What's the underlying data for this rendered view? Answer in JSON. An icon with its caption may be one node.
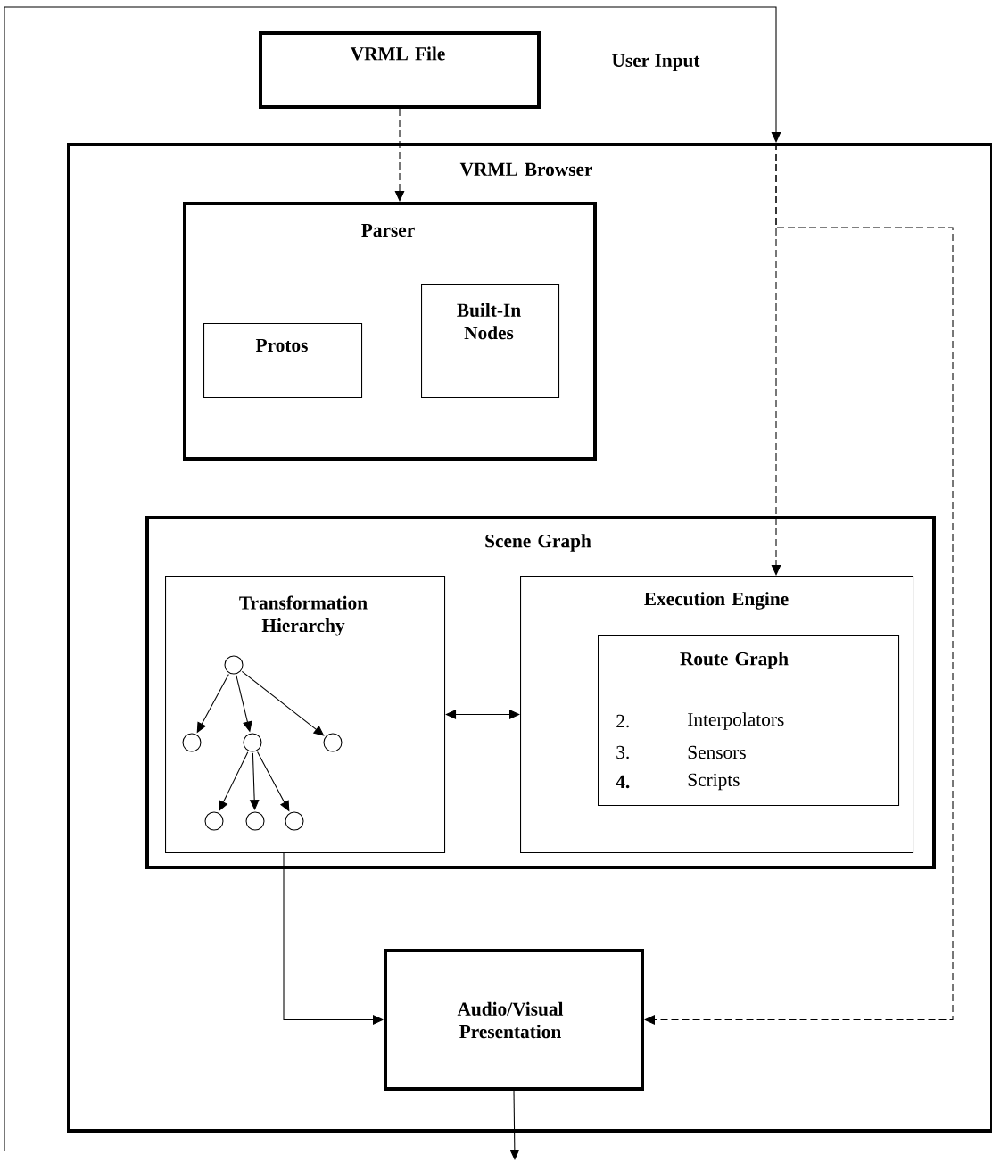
{
  "diagram": {
    "nodes": [
      {
        "text": [
          "VRML File"
        ]
      },
      {
        "text": [
          "VRML Browser"
        ]
      },
      {
        "text": [
          "Parser"
        ],
        "in": 1
      },
      {
        "text": [
          "Protos"
        ],
        "in": 2
      },
      {
        "text": [
          "Built-In Nodes"
        ],
        "in": 2
      },
      {
        "text": [
          "Scene Graph"
        ],
        "in": 1
      },
      {
        "text": [
          "Transformation Hierarchy"
        ],
        "in": 5
      },
      {
        "text": [],
        "shape": "circle",
        "in": 6
      },
      {
        "text": [],
        "shape": "circle",
        "in": 6
      },
      {
        "text": [],
        "shape": "circle",
        "in": 6
      },
      {
        "text": [],
        "shape": "circle",
        "in": 6
      },
      {
        "text": [],
        "shape": "circle",
        "in": 6
      },
      {
        "text": [],
        "shape": "circle",
        "in": 6
      },
      {
        "text": [],
        "shape": "circle",
        "in": 6
      },
      {
        "text": [
          "Execution Engine"
        ],
        "in": 5
      },
      {
        "text": [
          "Route Graph",
          "2.",
          "Interpolators",
          "3.",
          "Sensors",
          "**4.**",
          "Scripts"
        ],
        "in": 14
      },
      {
        "text": [
          "Audio/Visual Presentation"
        ],
        "in": 1
      }
    ],
    "edges": [
      {
        "from": null,
        "to": 1,
        "arrow": "to"
      },
      {
        "from": 0,
        "to": 2,
        "arrow": "to",
        "style": "dashed"
      },
      {
        "from": 6,
        "to": 14,
        "arrow": "both"
      },
      {
        "from": 1,
        "to": 14,
        "arrow": "to",
        "style": "dashed"
      },
      {
        "from": 1,
        "to": 16,
        "arrow": "to",
        "style": "dashed"
      },
      {
        "from": 6,
        "to": 16,
        "arrow": "to"
      },
      {
        "from": 16,
        "to": null,
        "arrow": "to"
      },
      {
        "from": 7,
        "to": 8,
        "arrow": "to"
      },
      {
        "from": 7,
        "to": 9,
        "arrow": "to"
      },
      {
        "from": 7,
        "to": 10,
        "arrow": "to"
      },
      {
        "from": 9,
        "to": 11,
        "arrow": "to"
      },
      {
        "from": 9,
        "to": 12,
        "arrow": "to"
      },
      {
        "from": 9,
        "to": 13,
        "arrow": "to"
      }
    ],
    "labels": [
      "User Input"
    ]
  }
}
